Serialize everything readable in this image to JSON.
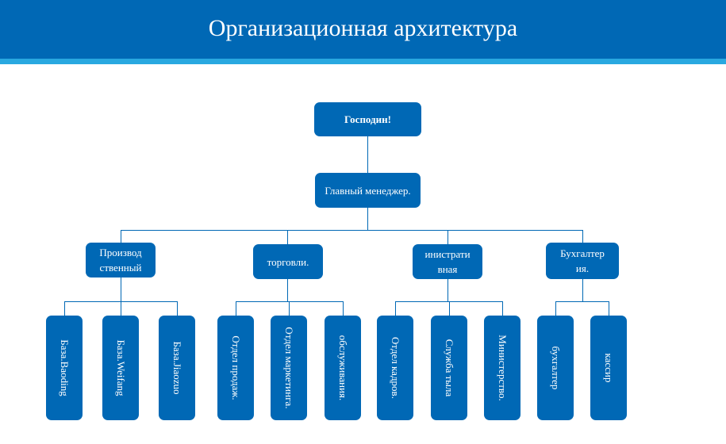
{
  "title": "Организационная архитектура",
  "colors": {
    "header": "#0068b5",
    "stripe": "#29a8e0",
    "box": "#0068b5",
    "line": "#0068b5"
  },
  "org": {
    "root": "Господин!",
    "manager": "Главный менеджер.",
    "departments": [
      {
        "label": "Производ ственный",
        "children": [
          "База.Baoding",
          "База.Weifang",
          "База.Jiaozuo"
        ]
      },
      {
        "label": "торговли.",
        "children": [
          "Отдел продаж.",
          "Отдел маркетинга.",
          "обслуживания."
        ]
      },
      {
        "label": "инистрати вная",
        "children": [
          "Отдел кадров.",
          "Служба тыла",
          "Министерство."
        ]
      },
      {
        "label": "Бухгалтер ия.",
        "children": [
          "бухгалтер",
          "кассир"
        ]
      }
    ]
  }
}
